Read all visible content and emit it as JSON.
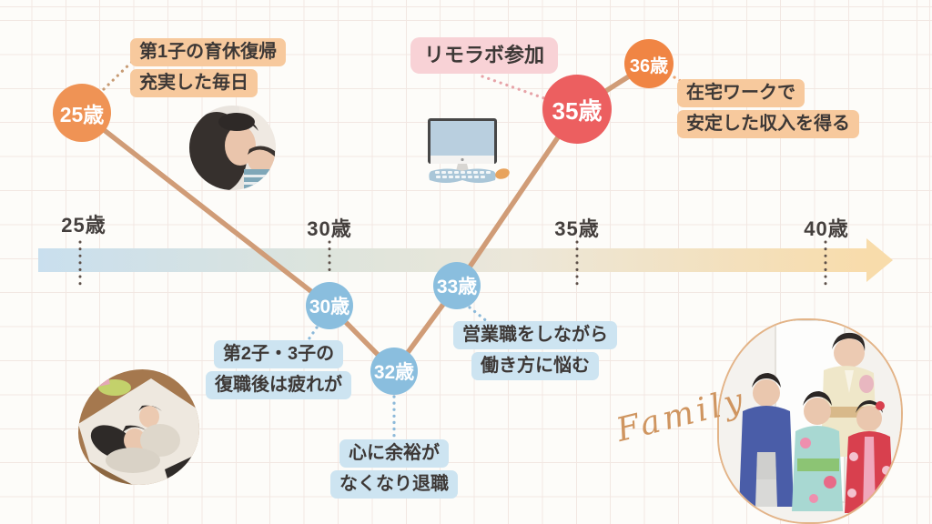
{
  "axis": {
    "labels": [
      "25歳",
      "30歳",
      "35歳",
      "40歳"
    ]
  },
  "nodes": [
    {
      "age": "25歳",
      "color": "#ef9355",
      "annotation": [
        "第1子の育休復帰",
        "充実した毎日"
      ]
    },
    {
      "age": "30歳",
      "color": "#8abede",
      "annotation": [
        "第2子・3子の",
        "復職後は疲れが"
      ]
    },
    {
      "age": "32歳",
      "color": "#8abede",
      "annotation": [
        "心に余裕が",
        "なくなり退職"
      ]
    },
    {
      "age": "33歳",
      "color": "#8abede",
      "annotation": [
        "営業職をしながら",
        "働き方に悩む"
      ]
    },
    {
      "age": "35歳",
      "color": "#ec5f60",
      "annotation": [
        "リモラボ参加"
      ]
    },
    {
      "age": "36歳",
      "color": "#f08544",
      "annotation": [
        "在宅ワークで",
        "安定した収入を得る"
      ]
    }
  ],
  "caption": {
    "family": "Family"
  },
  "colors": {
    "journey_line": "#d09c77",
    "timeline_left": "#c9dfee",
    "timeline_right": "#f8dcab",
    "highlight_orange": "#f7c99d",
    "highlight_pink": "#f8d2d6",
    "highlight_blue": "#cde4f1"
  }
}
